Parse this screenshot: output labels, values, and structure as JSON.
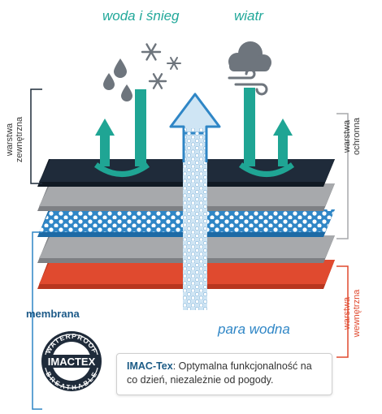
{
  "labels": {
    "water_snow": "woda i śnieg",
    "wind": "wiatr",
    "vapor": "para wodna",
    "outer_layer": [
      "warstwa",
      "zewnętrzna"
    ],
    "protective_layer": [
      "warstwa",
      "ochronna"
    ],
    "inner_layer": [
      "warstwa",
      "wewnętrzna"
    ],
    "membrane": "membrana"
  },
  "badge": {
    "top_text": "WATERPROOF",
    "brand": "IMACTEX",
    "bottom_text": "BREATHABLE"
  },
  "info": {
    "brand": "IMAC-Tex",
    "text": ": Optymalna funkcjonalność na co dzień, niezależnie od pogody."
  },
  "icons": [
    "rain-drops-icon",
    "snowflake-icon",
    "cloud-icon",
    "wind-icon"
  ],
  "colors": {
    "teal": "#1fa594",
    "navy": "#1f2b3a",
    "gray": "#a7a9ac",
    "blue": "#2f86c6",
    "red": "#e04a2f",
    "vapor_light": "#cfe5f4",
    "icon_gray": "#6e757d",
    "membrane_text": "#1d5a88"
  }
}
